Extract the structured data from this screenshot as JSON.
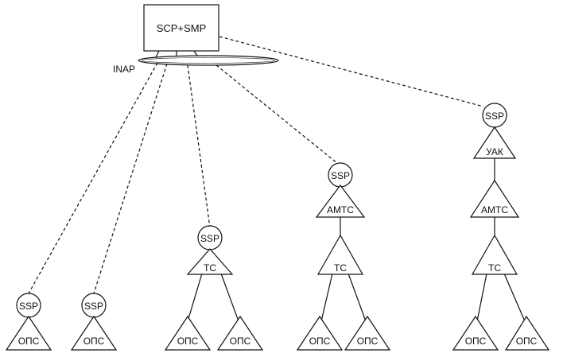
{
  "scp_label": "SCP+SMP",
  "inap_label": "INAP",
  "ssp": "SSP",
  "tc": "ТС",
  "amtc": "АМТС",
  "yak": "УАК",
  "ops": "ОПС"
}
